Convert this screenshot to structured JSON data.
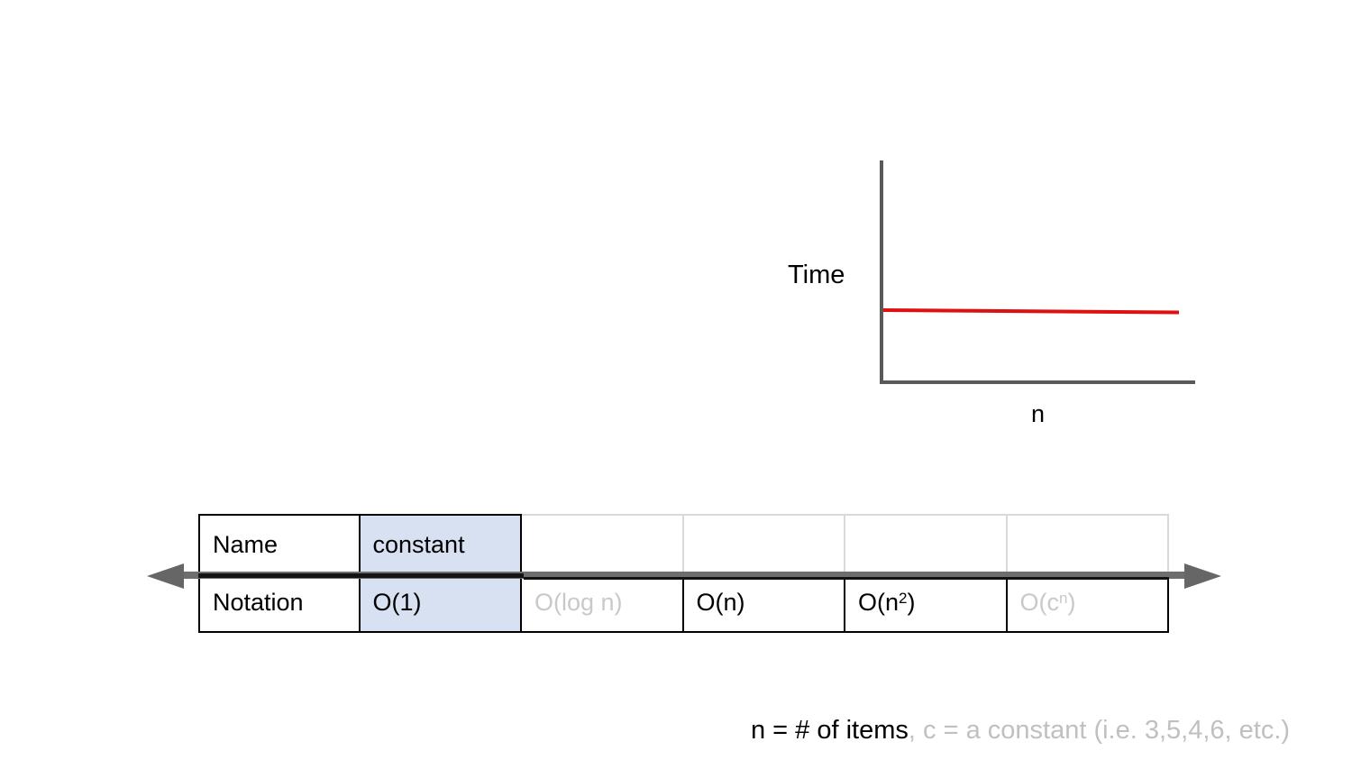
{
  "chart": {
    "type": "line",
    "title": "",
    "xlabel": "n",
    "ylabel": "Time",
    "axis_color": "#595959",
    "series": [
      {
        "name": "constant time O(1)",
        "color": "#dd1111",
        "shape": "flat horizontal line, constant as n grows",
        "points_norm": [
          [
            0.0,
            0.335
          ],
          [
            1.0,
            0.325
          ]
        ]
      }
    ],
    "grid": false,
    "legend": false
  },
  "table": {
    "name_row": {
      "header": "Name",
      "cells": [
        "constant",
        "",
        "",
        "",
        ""
      ]
    },
    "notation_row": {
      "header": "Notation",
      "cells": [
        {
          "pre": "O(1)",
          "sup": "",
          "post": ""
        },
        {
          "pre": "O(log n)",
          "sup": "",
          "post": ""
        },
        {
          "pre": "O(n)",
          "sup": "",
          "post": ""
        },
        {
          "pre": "O(n",
          "sup": "2",
          "post": ")"
        },
        {
          "pre": "O(c",
          "sup": "n",
          "post": ")"
        }
      ]
    },
    "highlight_color": "#d8e1f1",
    "muted_text_color": "#c9c9c9",
    "border_dark": "#000000",
    "border_light": "#d9d9d9"
  },
  "arrow": {
    "direction": "double-headed horizontal",
    "head_color": "#666666",
    "shaft_color": "#6e6e6e"
  },
  "caption": {
    "primary": "n = # of items",
    "secondary": ", c = a constant (i.e. 3,5,4,6, etc.)"
  },
  "colors": {
    "background": "#ffffff",
    "line_red": "#dd1111",
    "axis_gray": "#595959"
  }
}
